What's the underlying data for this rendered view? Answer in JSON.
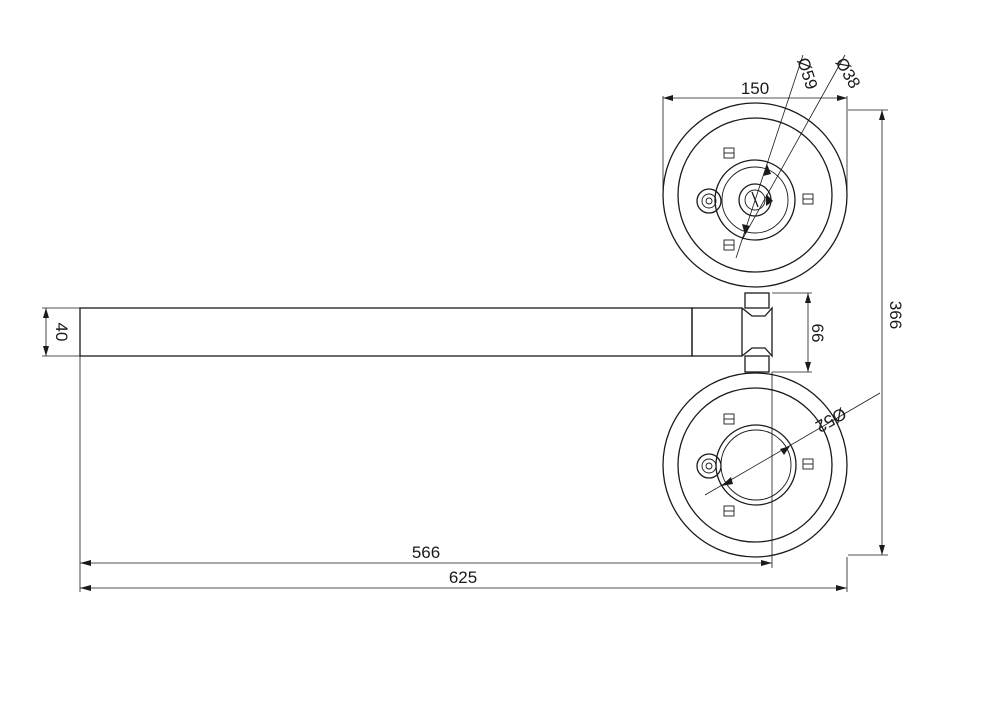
{
  "drawing": {
    "dimensions": {
      "top_width": "150",
      "top_outer_diameter": "Ø59",
      "top_inner_diameter": "Ø38",
      "right_height": "366",
      "bar_thickness": "40",
      "collar_height": "66",
      "lower_diameter": "Ø52",
      "bar_length": "566",
      "overall_length": "625"
    }
  }
}
